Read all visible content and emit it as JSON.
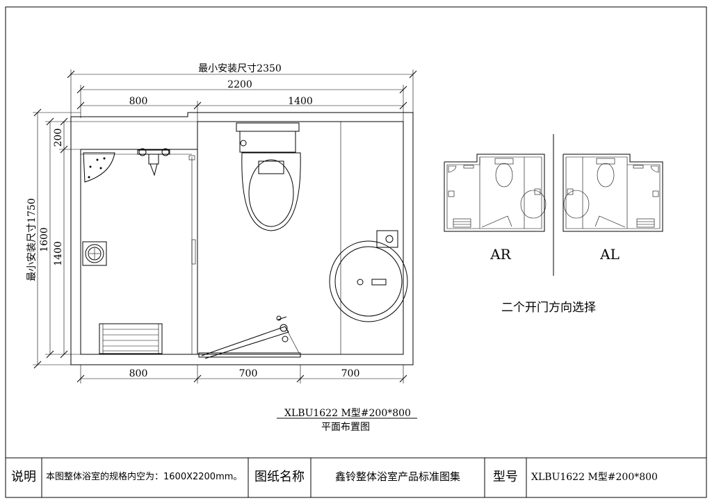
{
  "dimensions": {
    "min_install_width": "最小安装尺寸2350",
    "overall_width": "2200",
    "left_width": "800",
    "right_width": "1400",
    "top_offset": "200",
    "min_install_height": "最小安装尺寸1750",
    "height_1600": "1600",
    "height_1400": "1400",
    "bottom_left": "800",
    "bottom_mid": "700",
    "bottom_right": "700"
  },
  "plan": {
    "model": "XLBU1622 M型#200*800",
    "caption": "平面布置图"
  },
  "variants": {
    "ar_label": "AR",
    "al_label": "AL",
    "note": "二个开门方向选择"
  },
  "title_block": {
    "desc_label": "说明",
    "desc_text": "本图整体浴室的规格内空为：1600X2200mm。",
    "drawing_name_label": "图纸名称",
    "drawing_name": "鑫铃整体浴室产品标准图集",
    "model_label": "型号",
    "model_value": "XLBU1622 M型#200*800"
  }
}
